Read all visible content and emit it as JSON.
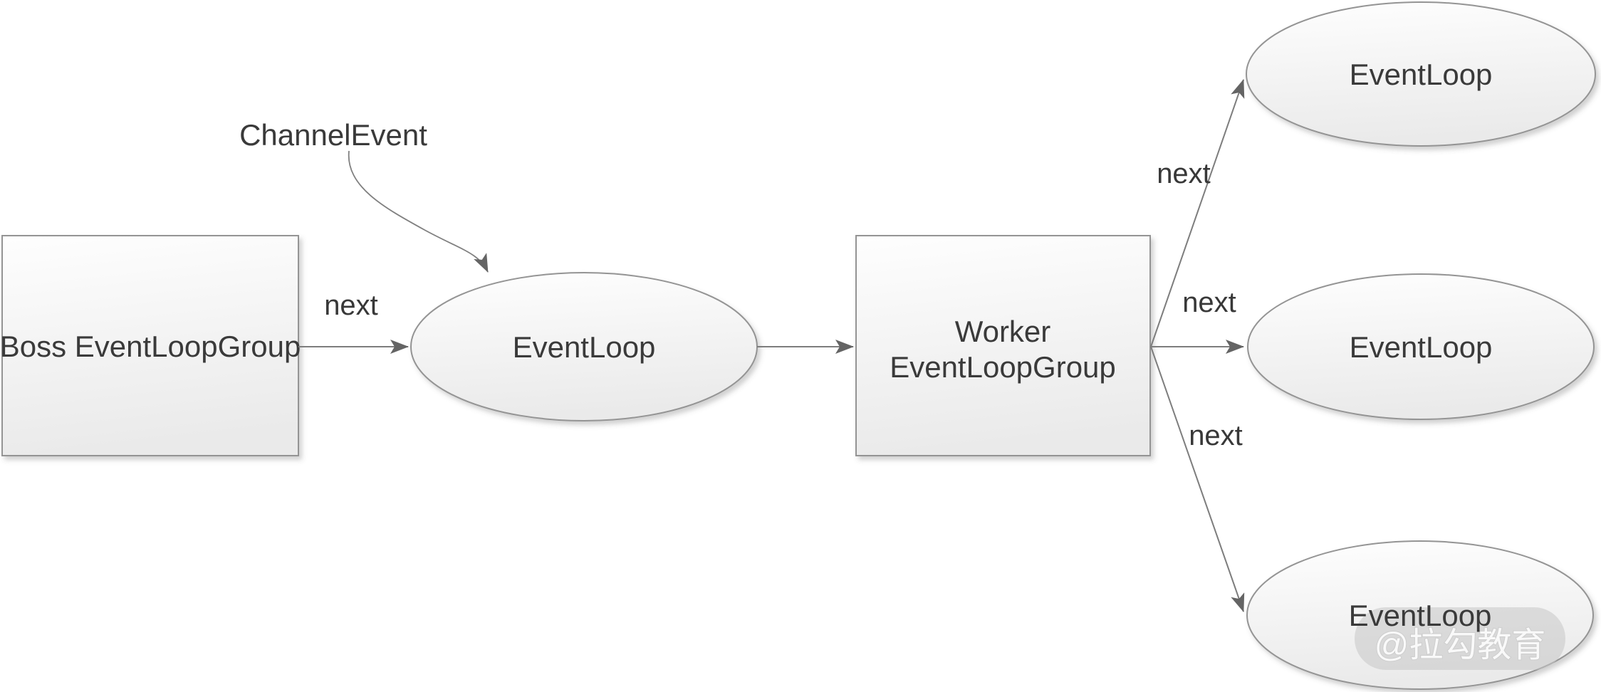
{
  "diagram": {
    "title_none": "",
    "colors": {
      "background": "#ffffff",
      "node_border": "#949494",
      "node_fill_top": "#fefefe",
      "node_fill_bottom": "#eaeaea",
      "edge_line": "#7d7d7d",
      "arrowhead": "#646464",
      "label_text": "#3a3a3a",
      "watermark_pill": "#c7c7c7",
      "watermark_text": "#fbfbfb"
    },
    "nodes": {
      "boss_group": {
        "shape": "rectangle",
        "label": "Boss EventLoopGroup"
      },
      "event_loop_main": {
        "shape": "ellipse",
        "label": "EventLoop"
      },
      "worker_group": {
        "shape": "rectangle",
        "label_line1": "Worker",
        "label_line2": "EventLoopGroup"
      },
      "event_loop_top": {
        "shape": "ellipse",
        "label": "EventLoop"
      },
      "event_loop_middle": {
        "shape": "ellipse",
        "label": "EventLoop"
      },
      "event_loop_bottom": {
        "shape": "ellipse",
        "label": "EventLoop"
      }
    },
    "edges": {
      "boss_to_eventloop": {
        "label": "next"
      },
      "eventloop_to_worker": {
        "label": ""
      },
      "worker_to_top_eventloop": {
        "label": "next"
      },
      "worker_to_middle_eventloop": {
        "label": "next"
      },
      "worker_to_bottom_eventloop": {
        "label": "next"
      }
    },
    "annotations": {
      "channel_event": {
        "label": "ChannelEvent"
      }
    },
    "watermark": {
      "text": "@拉勾教育"
    }
  }
}
